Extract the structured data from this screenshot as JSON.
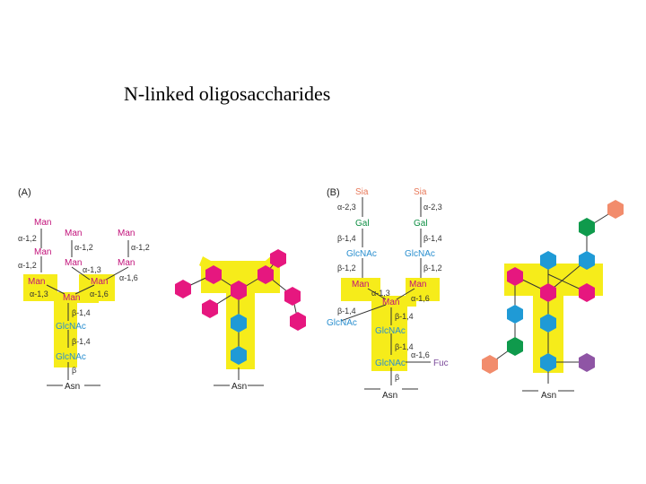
{
  "title": "N-linked oligosaccharides",
  "colors": {
    "highlight": "#f6ec1a",
    "mannose": "#e6177f",
    "glcnac": "#1f9ad6",
    "galactose": "#0f9a4c",
    "sialic_acid": "#f28c6c",
    "fucose": "#8f55a5",
    "man_label": "#c2127a",
    "glcnac_label": "#2a8fcf",
    "gal_label": "#0f8f44",
    "sia_label": "#e8795a",
    "fuc_label": "#7b4b9b"
  },
  "panel_a": {
    "label": "(A)",
    "sugars": {
      "man": "Man",
      "glcnac": "GlcNAc"
    },
    "linkages": {
      "a12": "α-1,2",
      "a13": "α-1,3",
      "a16": "α-1,6",
      "b14": "β-1,4",
      "b": "β"
    },
    "asn": "Asn"
  },
  "panel_b": {
    "label": "(B)",
    "sugars": {
      "sia": "Sia",
      "gal": "Gal",
      "glcnac": "GlcNAc",
      "man": "Man",
      "fuc": "Fuc"
    },
    "linkages": {
      "a23": "α-2,3",
      "b14": "β-1,4",
      "b12": "β-1,2",
      "a13": "α-1,3",
      "a16": "α-1,6",
      "b": "β"
    },
    "asn": "Asn"
  }
}
